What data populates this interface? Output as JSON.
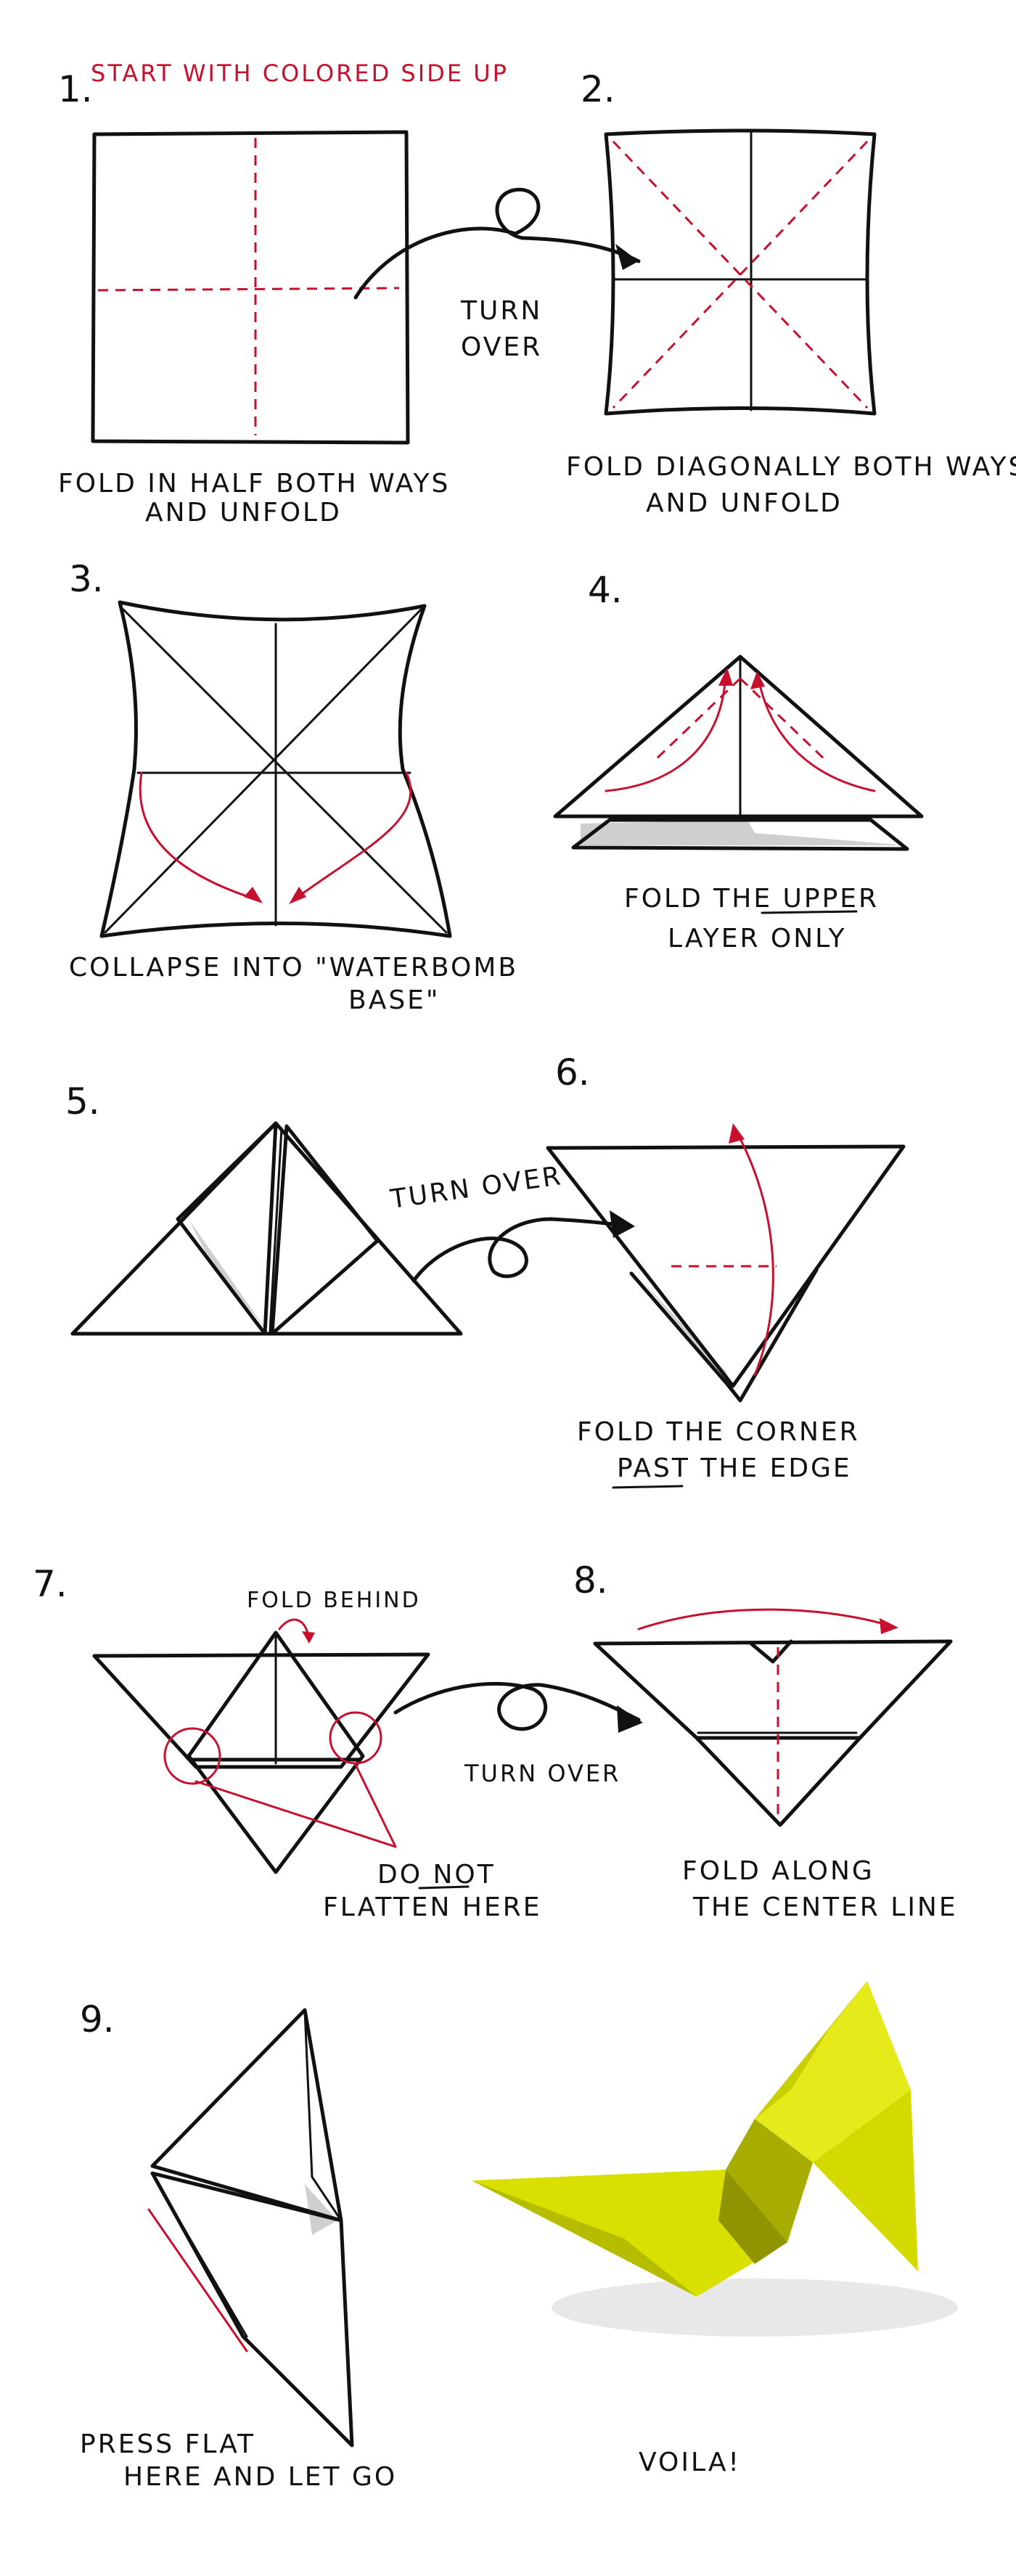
{
  "steps": [
    {
      "number": "1.",
      "title": "START WITH COLORED SIDE UP",
      "caption_lines": [
        "FOLD IN HALF BOTH WAYS",
        "AND UNFOLD"
      ]
    },
    {
      "number": "2.",
      "caption_lines": [
        "FOLD DIAGONALLY BOTH WAYS",
        "AND UNFOLD"
      ]
    },
    {
      "number": "3.",
      "caption_lines": [
        "COLLAPSE INTO \"WATERBOMB",
        "BASE\""
      ]
    },
    {
      "number": "4.",
      "caption_lines": [
        "FOLD THE UPPER",
        "LAYER ONLY"
      ]
    },
    {
      "number": "5."
    },
    {
      "number": "6.",
      "caption_lines": [
        "FOLD THE CORNER",
        "PAST THE EDGE"
      ]
    },
    {
      "number": "7.",
      "note": "FOLD BEHIND",
      "caption_lines": [
        "DO NOT",
        "FLATTEN HERE"
      ]
    },
    {
      "number": "8.",
      "caption_lines": [
        "FOLD ALONG",
        "THE CENTER LINE"
      ]
    },
    {
      "number": "9.",
      "caption_lines": [
        "PRESS FLAT",
        "HERE AND LET GO"
      ]
    }
  ],
  "turn_over_labels": {
    "first": [
      "TURN",
      "OVER"
    ],
    "second": "TURN OVER",
    "third": "TURN OVER"
  },
  "final_caption": "VOILA!",
  "colors": {
    "ink": "#111111",
    "accent_red": "#c8102e",
    "paper_yellow": "#e3e600",
    "background": "#ffffff"
  }
}
